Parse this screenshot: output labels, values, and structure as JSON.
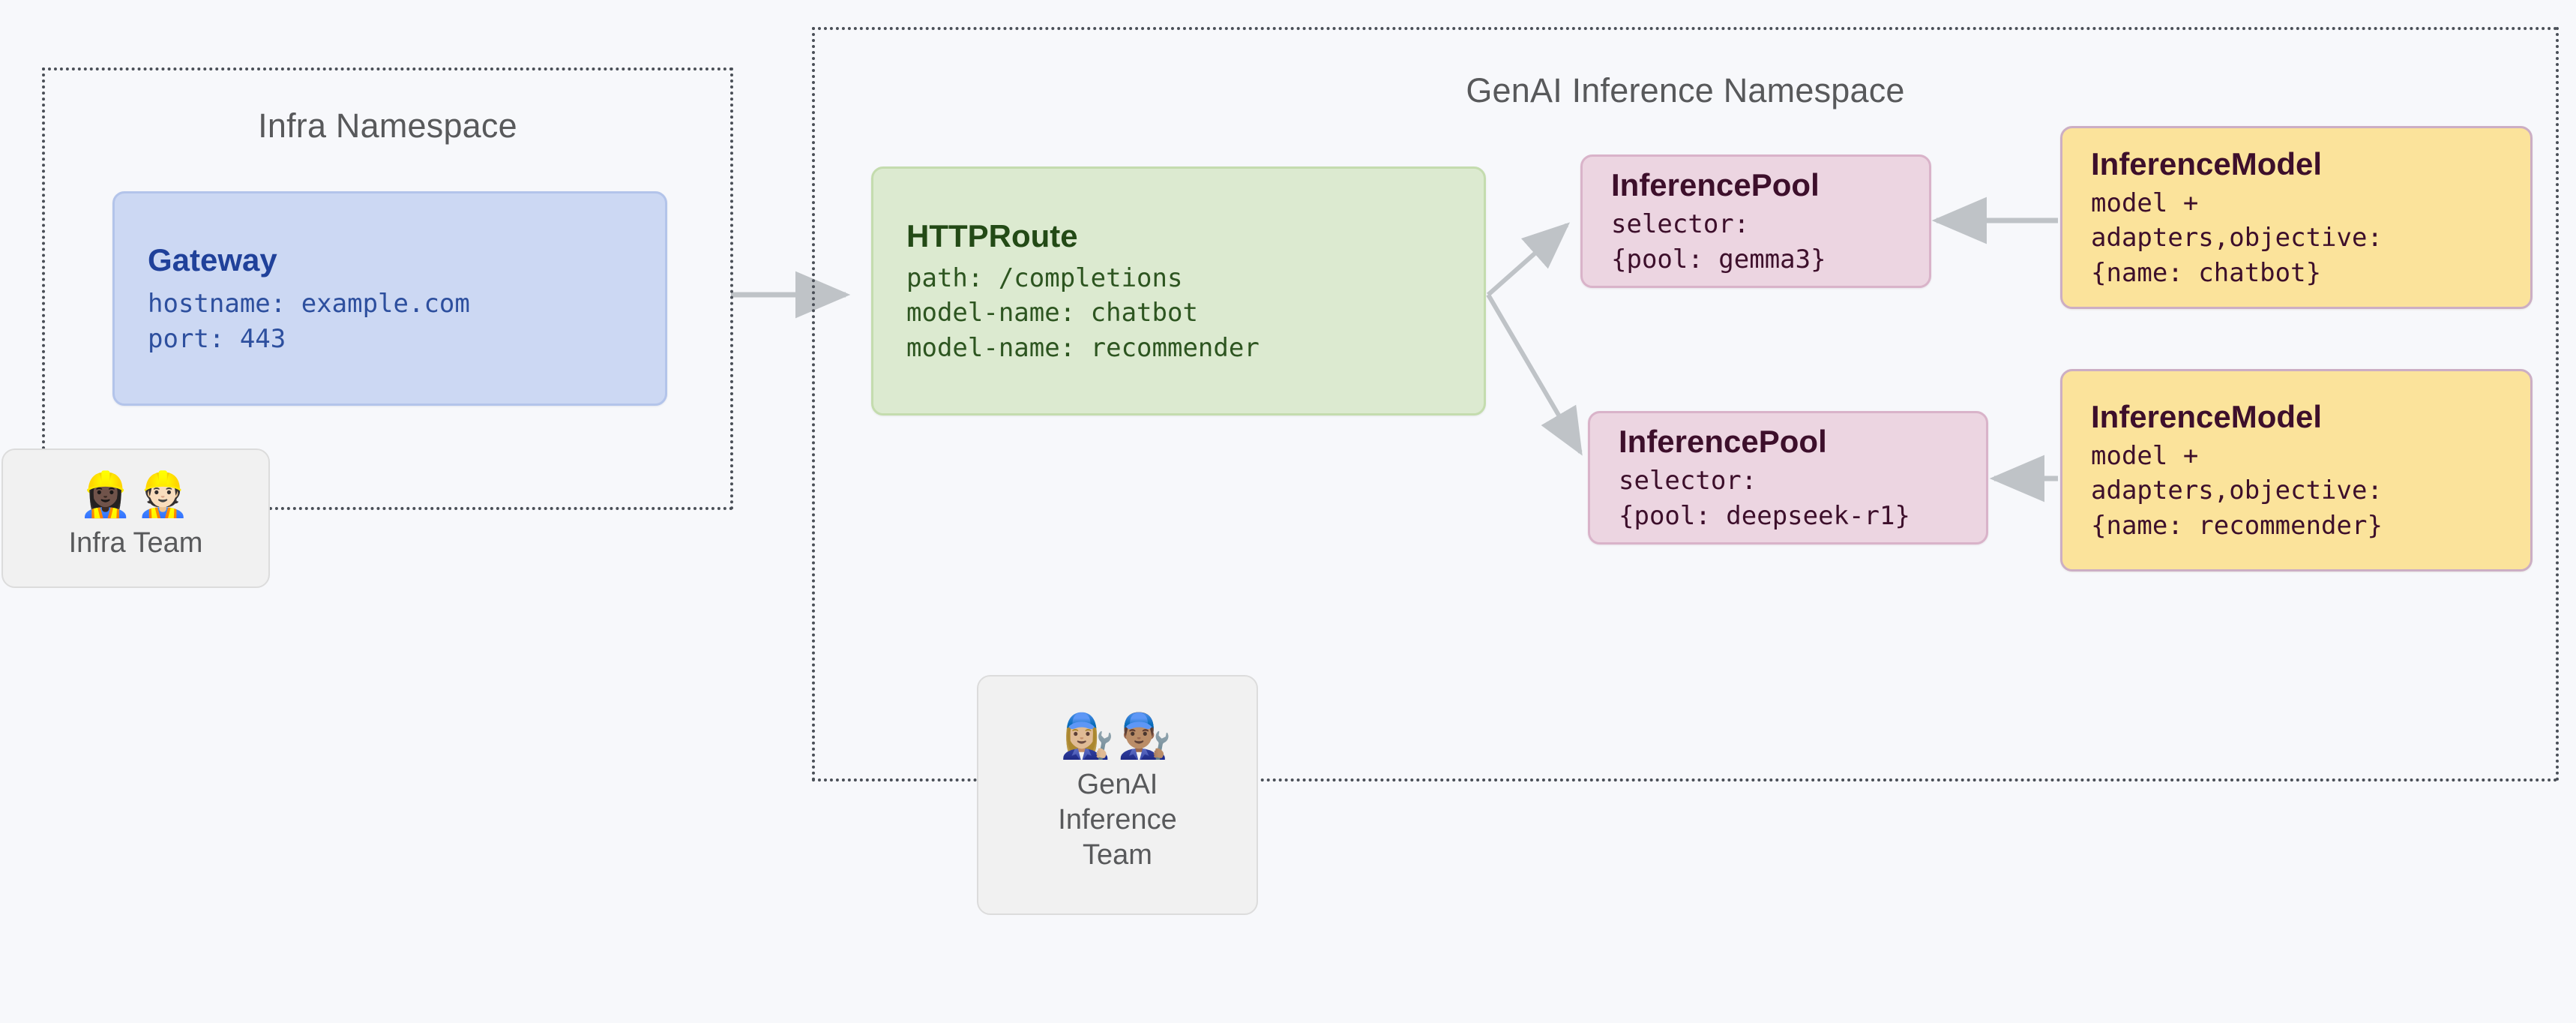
{
  "namespaces": [
    {
      "id": "infra",
      "title": "Infra Namespace"
    },
    {
      "id": "genai",
      "title": "GenAI Inference Namespace"
    }
  ],
  "nodes": {
    "gateway": {
      "kind": "Gateway",
      "lines": "hostname: example.com\nport: 443",
      "fill": "#ccd8f3",
      "stroke": "#b3c4ea",
      "text": "#2d4f9e"
    },
    "httproute": {
      "kind": "HTTPRoute",
      "lines": "path: /completions\nmodel-name: chatbot\nmodel-name: recommender",
      "fill": "#dcead0",
      "stroke": "#c4dcae",
      "text": "#2d5520"
    },
    "pool_gemma3": {
      "kind": "InferencePool",
      "lines": "selector:\n{pool: gemma3}",
      "fill": "#ecd5e1",
      "stroke": "#d9b3c9",
      "text": "#3d0f2b"
    },
    "pool_deepseek": {
      "kind": "InferencePool",
      "lines": "selector:\n{pool: deepseek-r1}",
      "fill": "#ecd5e1",
      "stroke": "#d9b3c9",
      "text": "#3d0f2b"
    },
    "model_chatbot": {
      "kind": "InferenceModel",
      "lines": "model +\nadapters,objective:\n{name: chatbot}",
      "fill": "#fbe39b",
      "stroke": "#ccaec4",
      "text": "#3d0f2b"
    },
    "model_recommender": {
      "kind": "InferenceModel",
      "lines": "model +\nadapters,objective:\n{name: recommender}",
      "fill": "#fbe39b",
      "stroke": "#ccaec4",
      "text": "#3d0f2b"
    }
  },
  "teams": {
    "infra": {
      "emoji": "👷🏿‍♀️👷🏻",
      "label": "Infra Team"
    },
    "genai": {
      "emoji": "👩🏼‍🔧👨🏽‍🔧",
      "label": "GenAI\nInference\nTeam"
    }
  },
  "edges": [
    {
      "id": "gateway-to-httproute",
      "label": ""
    },
    {
      "id": "httproute-to-pool-gemma3",
      "label": ""
    },
    {
      "id": "httproute-to-pool-deepseek",
      "label": ""
    },
    {
      "id": "model-chatbot-to-pool-gemma3",
      "label": ""
    },
    {
      "id": "model-recommender-to-pool-deepseek",
      "label": ""
    }
  ],
  "colors": {
    "canvas_background": "#f7f8fb",
    "namespace_border": "#4a4f57",
    "namespace_title": "#58595b",
    "edge": "#bfc3c7"
  }
}
